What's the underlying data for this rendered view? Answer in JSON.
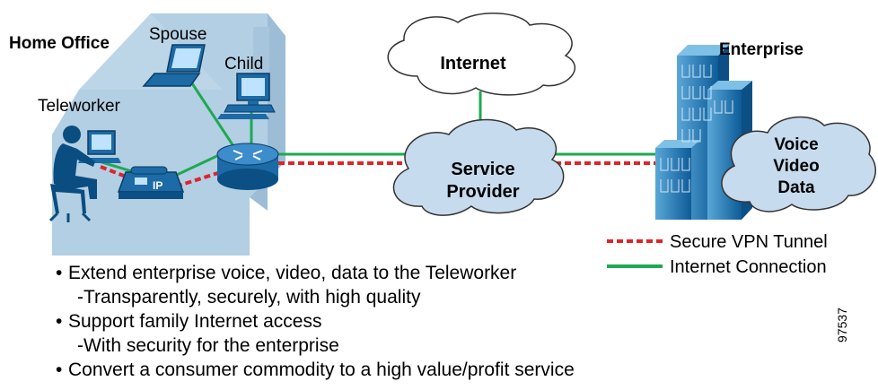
{
  "labels": {
    "home_office": "Home Office",
    "spouse": "Spouse",
    "child": "Child",
    "teleworker": "Teleworker",
    "internet": "Internet",
    "service_provider_1": "Service",
    "service_provider_2": "Provider",
    "enterprise": "Enterprise",
    "voice": "Voice",
    "video": "Video",
    "data": "Data",
    "ip": "IP"
  },
  "legend": {
    "vpn": "Secure VPN Tunnel",
    "internet": "Internet Connection"
  },
  "bullets": [
    "Extend enterprise voice, video, data to the Teleworker",
    "-Transparently, securely, with high quality",
    "Support family Internet access",
    "-With security for the enterprise",
    "Convert a consumer commodity to a high value/profit service"
  ],
  "figure_id": "97537",
  "colors": {
    "house": "#b3cfe3",
    "cloud": "#c7dbee",
    "device": "#1c6aa6",
    "vpn_line": "#e0232a",
    "internet_line": "#1ea952"
  }
}
